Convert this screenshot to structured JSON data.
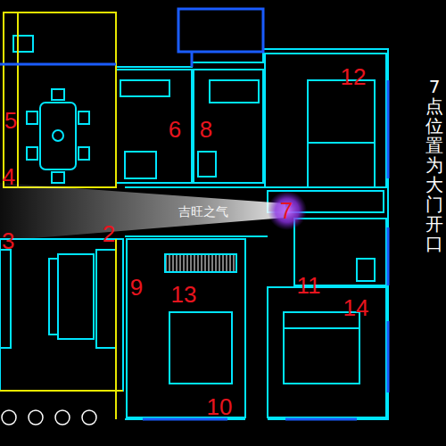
{
  "diagram": {
    "labels": [
      "12",
      "5",
      "6",
      "8",
      "4",
      "7",
      "3",
      "2",
      "9",
      "13",
      "11",
      "14",
      "10",
      "吉旺之气",
      "7点位置为大门开口"
    ]
  }
}
